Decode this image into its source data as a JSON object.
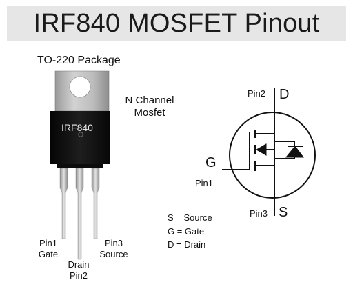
{
  "title": "IRF840 MOSFET Pinout",
  "package_label": "TO-220 Package",
  "chip_marking": "IRF840",
  "channel_type": [
    "N Channel",
    "Mosfet"
  ],
  "package_pins": [
    {
      "id": "pin1",
      "lines": [
        "Pin1",
        "Gate"
      ]
    },
    {
      "id": "pin2",
      "lines": [
        "Drain",
        "Pin2"
      ]
    },
    {
      "id": "pin3",
      "lines": [
        "Pin3",
        "Source"
      ]
    }
  ],
  "symbol": {
    "drain_pin": "Pin2",
    "drain_letter": "D",
    "gate_letter": "G",
    "gate_pin": "Pin1",
    "source_pin": "Pin3",
    "source_letter": "S"
  },
  "legend": [
    "S = Source",
    "G = Gate",
    "D = Drain"
  ],
  "colors": {
    "title_bar": "#e6e6e6",
    "tab_metal": "#b7b7b7",
    "body": "#141414",
    "leads": "#c9c9c9",
    "line": "#111111"
  }
}
